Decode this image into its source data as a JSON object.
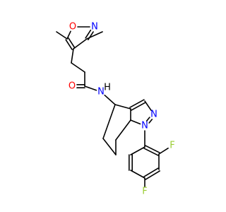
{
  "molecule": {
    "colors": {
      "bond": "#000000",
      "O": "#ff0000",
      "N": "#0000ff",
      "F": "#9acd32"
    },
    "atoms": [
      {
        "id": "c1",
        "el": "C"
      },
      {
        "id": "c2",
        "el": "C"
      },
      {
        "id": "n1",
        "el": "N",
        "label": "N"
      },
      {
        "id": "o1",
        "el": "O",
        "label": "O"
      },
      {
        "id": "c3",
        "el": "C"
      },
      {
        "id": "me1",
        "el": "C"
      },
      {
        "id": "me2",
        "el": "C"
      },
      {
        "id": "c4",
        "el": "C"
      },
      {
        "id": "c5",
        "el": "C"
      },
      {
        "id": "c6",
        "el": "C"
      },
      {
        "id": "o2",
        "el": "O",
        "label": "O"
      },
      {
        "id": "n2",
        "el": "N",
        "label": "N"
      },
      {
        "id": "h1",
        "el": "H",
        "label": "H"
      },
      {
        "id": "c7",
        "el": "C"
      },
      {
        "id": "c8",
        "el": "C"
      },
      {
        "id": "c9",
        "el": "C"
      },
      {
        "id": "n3",
        "el": "N",
        "label": "N"
      },
      {
        "id": "n4",
        "el": "N",
        "label": "N"
      },
      {
        "id": "c10",
        "el": "C"
      },
      {
        "id": "c11",
        "el": "C"
      },
      {
        "id": "c12",
        "el": "C"
      },
      {
        "id": "c13",
        "el": "C"
      },
      {
        "id": "a1",
        "el": "C"
      },
      {
        "id": "a2",
        "el": "C"
      },
      {
        "id": "f1",
        "el": "F",
        "label": "F"
      },
      {
        "id": "a3",
        "el": "C"
      },
      {
        "id": "a4",
        "el": "C"
      },
      {
        "id": "f2",
        "el": "F",
        "label": "F"
      },
      {
        "id": "a5",
        "el": "C"
      },
      {
        "id": "a6",
        "el": "C"
      }
    ],
    "bonds": [
      {
        "a": "c1",
        "b": "c2",
        "order": 1
      },
      {
        "a": "c2",
        "b": "n1",
        "order": 2
      },
      {
        "a": "n1",
        "b": "o1",
        "order": 1
      },
      {
        "a": "o1",
        "b": "c3",
        "order": 1
      },
      {
        "a": "c3",
        "b": "c1",
        "order": 2
      },
      {
        "a": "c2",
        "b": "me1",
        "order": 1
      },
      {
        "a": "c3",
        "b": "me2",
        "order": 1
      },
      {
        "a": "c1",
        "b": "c4",
        "order": 1
      },
      {
        "a": "c4",
        "b": "c5",
        "order": 1
      },
      {
        "a": "c5",
        "b": "c6",
        "order": 1
      },
      {
        "a": "c6",
        "b": "o2",
        "order": 2
      },
      {
        "a": "c6",
        "b": "n2",
        "order": 1
      },
      {
        "a": "n2",
        "b": "c7",
        "order": 1
      },
      {
        "a": "c7",
        "b": "c8",
        "order": 1
      },
      {
        "a": "c8",
        "b": "c9",
        "order": 2
      },
      {
        "a": "c9",
        "b": "n3",
        "order": 1
      },
      {
        "a": "n3",
        "b": "n4",
        "order": 2
      },
      {
        "a": "n4",
        "b": "c10",
        "order": 1
      },
      {
        "a": "c10",
        "b": "c8",
        "order": 1
      },
      {
        "a": "c10",
        "b": "c11",
        "order": 1
      },
      {
        "a": "c11",
        "b": "c12",
        "order": 1
      },
      {
        "a": "c12",
        "b": "c13",
        "order": 1
      },
      {
        "a": "c13",
        "b": "c7",
        "order": 1
      },
      {
        "a": "n4",
        "b": "a1",
        "order": 1
      },
      {
        "a": "a1",
        "b": "a2",
        "order": 2
      },
      {
        "a": "a2",
        "b": "f1",
        "order": 1
      },
      {
        "a": "a2",
        "b": "a3",
        "order": 1
      },
      {
        "a": "a3",
        "b": "a4",
        "order": 2
      },
      {
        "a": "a4",
        "b": "f2",
        "order": 1
      },
      {
        "a": "a4",
        "b": "a5",
        "order": 1
      },
      {
        "a": "a5",
        "b": "a6",
        "order": 2
      },
      {
        "a": "a6",
        "b": "a1",
        "order": 1
      }
    ]
  }
}
